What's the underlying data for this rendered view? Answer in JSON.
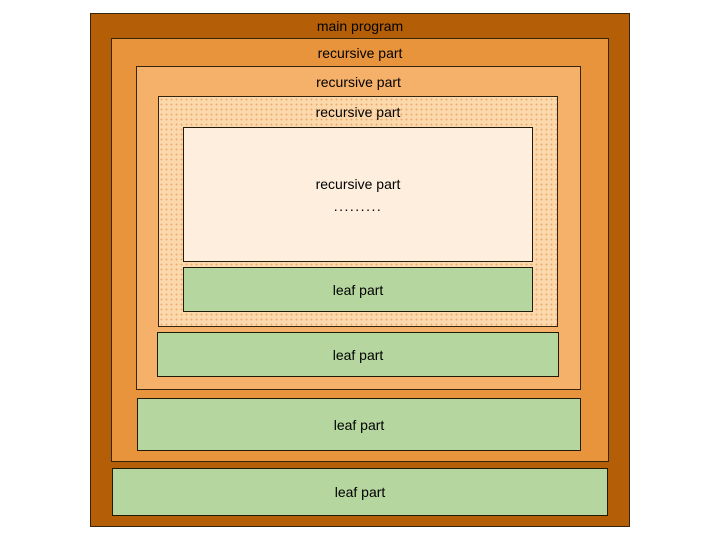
{
  "diagram": {
    "main_label": "main program",
    "recursive_labels": [
      "recursive part",
      "recursive part",
      "recursive part",
      "recursive part"
    ],
    "ellipsis": ".........",
    "leaf_labels": [
      "leaf part",
      "leaf part",
      "leaf part",
      "leaf part"
    ],
    "colors": {
      "canvas_bg": "#ffffff",
      "main_bg": "#b45f08",
      "level1_bg": "#e8943d",
      "level2_bg": "#f5b06a",
      "level3_bg": "#fbd9ad",
      "level3_dot": "#efac6d",
      "level4_bg": "#fdeedd",
      "leaf_bg": "#b5d69e"
    }
  }
}
